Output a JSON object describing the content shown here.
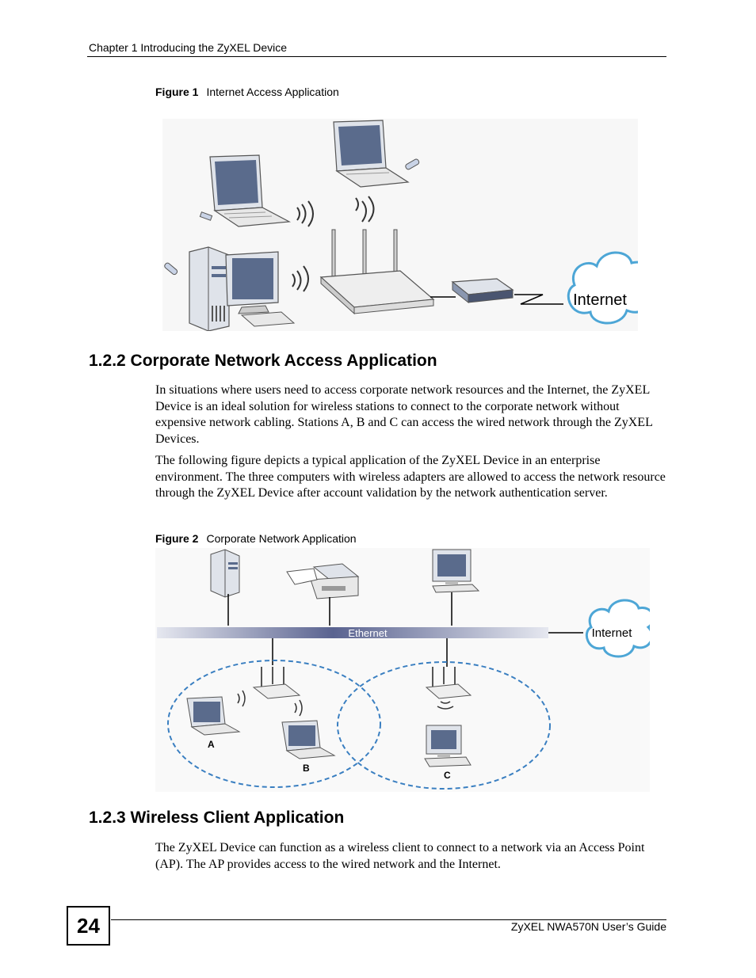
{
  "header": {
    "chapter": "Chapter 1 Introducing the ZyXEL Device"
  },
  "figure1": {
    "label": "Figure 1",
    "caption": "Internet Access Application",
    "cloud_label": "Internet"
  },
  "section_122": {
    "heading": "1.2.2  Corporate Network Access Application",
    "para1": "In situations where users need to access corporate network resources and the Internet, the ZyXEL Device is an ideal solution for wireless stations to connect to the corporate network without expensive network cabling. Stations A, B and C can access the wired network through the ZyXEL Devices.",
    "para2": "The following figure depicts a typical application of the ZyXEL Device in an enterprise environment. The three computers with wireless adapters are allowed to access the network resource through the ZyXEL Device after account validation by the network authentication server."
  },
  "figure2": {
    "label": "Figure 2",
    "caption": "Corporate Network Application",
    "ethernet_label": "Ethernet",
    "cloud_label": "Internet",
    "station_a": "A",
    "station_b": "B",
    "station_c": "C"
  },
  "section_123": {
    "heading": "1.2.3  Wireless Client Application",
    "para1": "The ZyXEL Device can function as a wireless client to connect to a network via an Access Point (AP). The AP provides access to the wired network and the Internet."
  },
  "footer": {
    "page_number": "24",
    "guide": "ZyXEL NWA570N User’s Guide"
  }
}
